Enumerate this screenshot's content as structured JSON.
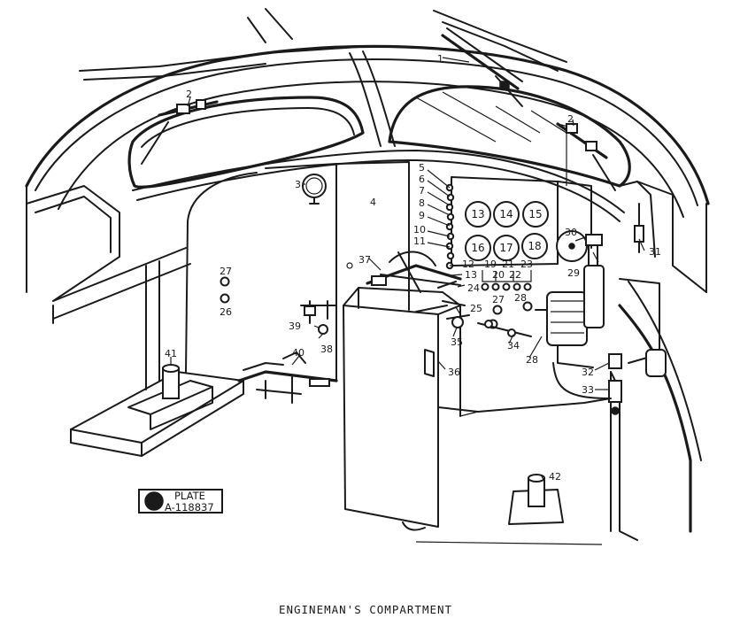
{
  "caption": "ENGINEMAN'S COMPARTMENT",
  "plate": {
    "line1": "PLATE",
    "line2": "A-118837"
  },
  "callouts": [
    {
      "key": "c1",
      "label": "1"
    },
    {
      "key": "c2a",
      "label": "2"
    },
    {
      "key": "c2b",
      "label": "2"
    },
    {
      "key": "c3",
      "label": "3"
    },
    {
      "key": "c4",
      "label": "4"
    },
    {
      "key": "c5",
      "label": "5"
    },
    {
      "key": "c6",
      "label": "6"
    },
    {
      "key": "c7",
      "label": "7"
    },
    {
      "key": "c8",
      "label": "8"
    },
    {
      "key": "c9",
      "label": "9"
    },
    {
      "key": "c10",
      "label": "10"
    },
    {
      "key": "c11",
      "label": "11"
    },
    {
      "key": "c12",
      "label": "12"
    },
    {
      "key": "c13",
      "label": "13"
    },
    {
      "key": "c14",
      "label": "14"
    },
    {
      "key": "c15",
      "label": "15"
    },
    {
      "key": "c16",
      "label": "16"
    },
    {
      "key": "c17",
      "label": "17"
    },
    {
      "key": "c18",
      "label": "18"
    },
    {
      "key": "c19",
      "label": "19"
    },
    {
      "key": "c20",
      "label": "20"
    },
    {
      "key": "c21",
      "label": "21"
    },
    {
      "key": "c22",
      "label": "22"
    },
    {
      "key": "c23",
      "label": "23"
    },
    {
      "key": "c24",
      "label": "24"
    },
    {
      "key": "c25",
      "label": "25"
    },
    {
      "key": "c26",
      "label": "26"
    },
    {
      "key": "c27a",
      "label": "27"
    },
    {
      "key": "c27b",
      "label": "27"
    },
    {
      "key": "c28a",
      "label": "28"
    },
    {
      "key": "c28b",
      "label": "28"
    },
    {
      "key": "c29",
      "label": "29"
    },
    {
      "key": "c30",
      "label": "30"
    },
    {
      "key": "c31",
      "label": "31"
    },
    {
      "key": "c32",
      "label": "32"
    },
    {
      "key": "c33",
      "label": "33"
    },
    {
      "key": "c34",
      "label": "34"
    },
    {
      "key": "c35",
      "label": "35"
    },
    {
      "key": "c36",
      "label": "36"
    },
    {
      "key": "c37",
      "label": "37"
    },
    {
      "key": "c38",
      "label": "38"
    },
    {
      "key": "c39",
      "label": "39"
    },
    {
      "key": "c40",
      "label": "40"
    },
    {
      "key": "c41",
      "label": "41"
    },
    {
      "key": "c42a",
      "label": "42"
    },
    {
      "key": "c42b",
      "label": "42"
    }
  ]
}
